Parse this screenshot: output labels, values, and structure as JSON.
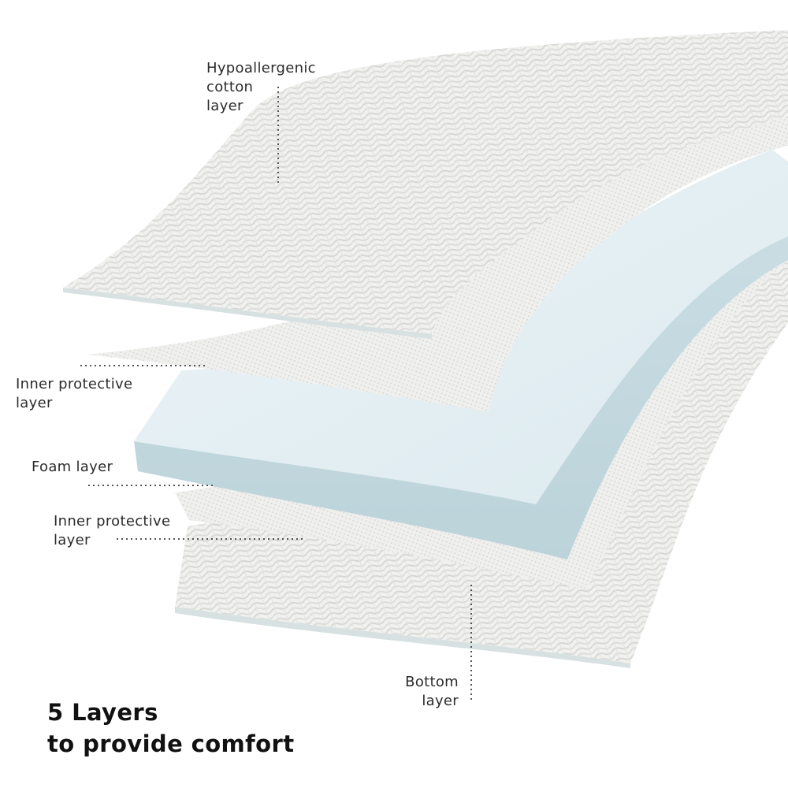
{
  "labels": {
    "hypoallergenic": "Hypoallergenic\ncotton\nlayer",
    "inner_top": "Inner protective\nlayer",
    "foam": "Foam layer",
    "inner_bottom": "Inner protective\nlayer",
    "bottom": "Bottom\nlayer"
  },
  "headline": {
    "line1": "5 Layers",
    "line2": "to provide comfort"
  },
  "colors": {
    "cotton": "#f1f1ef",
    "mesh": "#ececec",
    "foam_top": "#e9f2f5",
    "foam_edge": "#cfe0e6",
    "edge": "#d9e2e2"
  }
}
